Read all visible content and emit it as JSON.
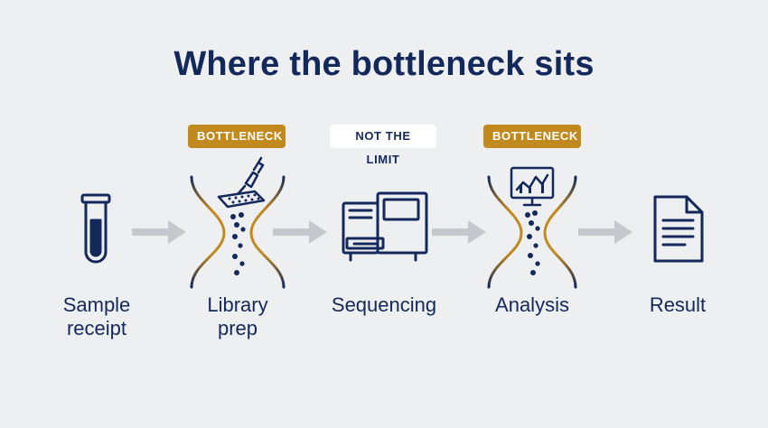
{
  "title": "Where the bottleneck sits",
  "stages": [
    {
      "name": "Sample receipt",
      "label_lines": [
        "Sample",
        "receipt"
      ],
      "icon": "test-tube-icon",
      "badge": ""
    },
    {
      "name": "Library prep",
      "label_lines": [
        "Library",
        "prep"
      ],
      "icon": "pipette-plate-icon",
      "badge": "BOTTLENECK"
    },
    {
      "name": "Sequencing",
      "label_lines": [
        "Sequencing"
      ],
      "icon": "sequencer-icon",
      "badge": "NOT THE LIMIT"
    },
    {
      "name": "Analysis",
      "label_lines": [
        "Analysis"
      ],
      "icon": "monitor-chart-icon",
      "badge": "BOTTLENECK"
    },
    {
      "name": "Result",
      "label_lines": [
        "Result"
      ],
      "icon": "document-icon",
      "badge": ""
    }
  ],
  "colors": {
    "navy": "#13285b",
    "gold": "#c08a1e",
    "arrow": "#c6c8cd",
    "background": "#eeeff1"
  }
}
